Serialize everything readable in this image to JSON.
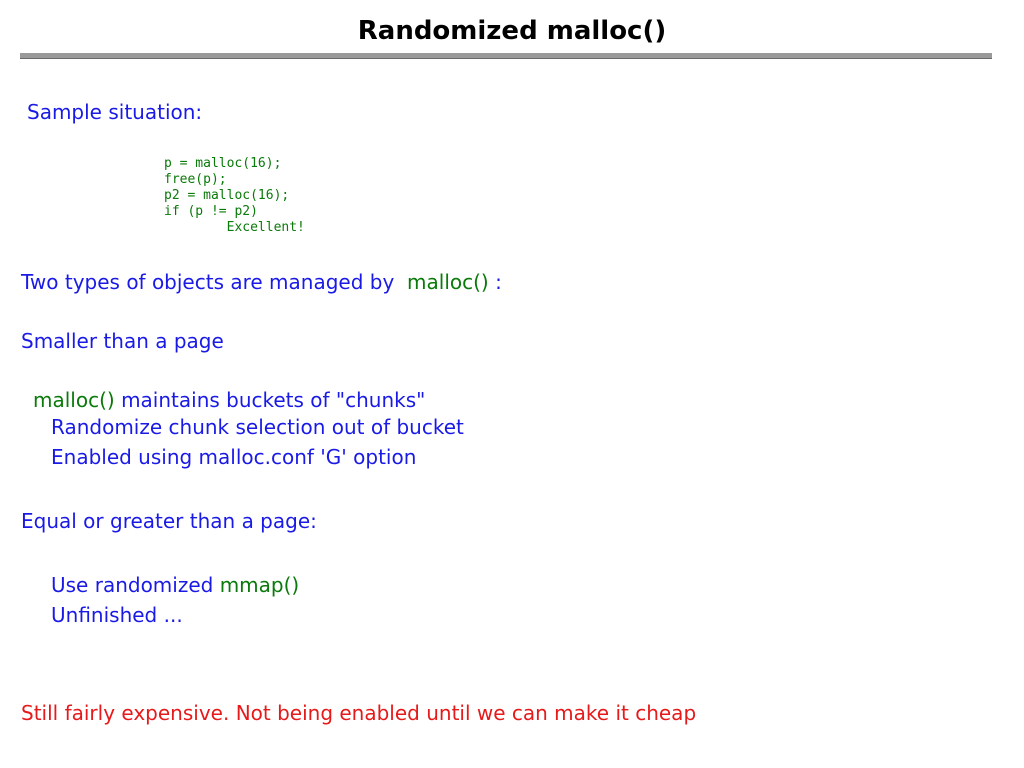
{
  "slide": {
    "title": "Randomized malloc()",
    "sample_heading": "Sample situation:",
    "code_lines": [
      "p = malloc(16);",
      "free(p);",
      "p2 = malloc(16);",
      "if (p != p2)",
      "        Excellent!"
    ],
    "types_intro": "Two types of objects are managed by",
    "types_fn": "malloc()",
    "types_colon": ":",
    "smaller_heading": "Smaller than a page",
    "buckets_fn": "malloc()",
    "buckets_text": "maintains buckets of \"chunks\"",
    "randomize_chunk": "Randomize chunk selection out of bucket",
    "enabled_option": "Enabled using malloc.conf 'G' option",
    "greater_heading": "Equal or greater than a page:",
    "use_randomized": "Use randomized",
    "mmap_fn": "mmap()",
    "unfinished": "Unfinished ...",
    "still_expensive": "Still fairly expensive.  Not being enabled until we can make it cheap"
  },
  "colors": {
    "text_blue": "#1a1ae6",
    "code_green": "#0a7a0a",
    "warning_red": "#e61a1a",
    "rule_gray": "#9a9a9a"
  }
}
